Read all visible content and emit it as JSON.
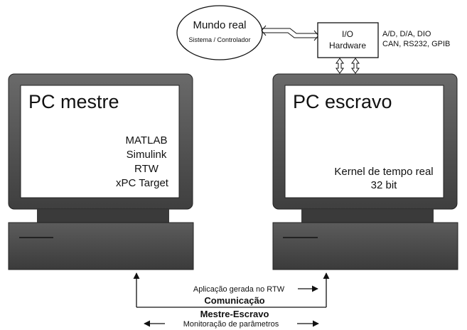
{
  "real_world": {
    "title": "Mundo real",
    "subtitle": "Sistema / Controlador"
  },
  "io_hardware": {
    "line1": "I/O",
    "line2": "Hardware",
    "interfaces_line1": "A/D, D/A, DIO",
    "interfaces_line2": "CAN, RS232, GPIB"
  },
  "master_pc": {
    "title": "PC mestre",
    "software": [
      "MATLAB",
      "Simulink",
      "RTW",
      "xPC Target"
    ]
  },
  "slave_pc": {
    "title": "PC escravo",
    "kernel_line1": "Kernel de tempo real",
    "kernel_line2": "32 bit"
  },
  "communication": {
    "app_label": "Aplicação gerada no RTW",
    "title_line1": "Comunicação",
    "title_line2": "Mestre-Escravo",
    "monitor_label": "Monitoração de parâmetros"
  },
  "colors": {
    "screen": "#ffffff",
    "bezel": "#5a5a5a",
    "neck": "#3a3a3a",
    "base": "#4e4e4e",
    "stroke": "#111111"
  }
}
